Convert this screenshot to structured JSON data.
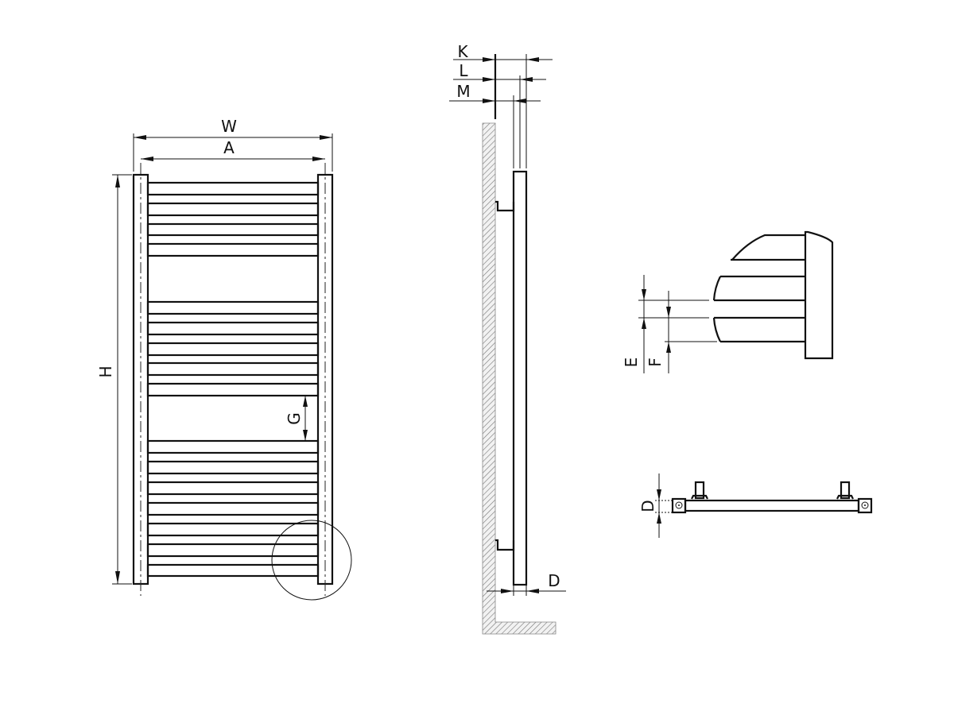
{
  "drawing": {
    "title": "Towel radiator dimension drawing",
    "line_color": "#111111",
    "background": "#ffffff"
  },
  "front_view": {
    "labels": {
      "width": "W",
      "axis_spacing": "A",
      "height": "H",
      "gap": "G"
    },
    "bar_groups": [
      {
        "bars": 4
      },
      {
        "bars": 5
      },
      {
        "bars": 7
      }
    ],
    "detail_circle": "detail-callout"
  },
  "side_view": {
    "labels": {
      "k": "K",
      "l": "L",
      "m": "M",
      "depth": "D"
    }
  },
  "detail_bars": {
    "labels": {
      "e": "E",
      "f": "F"
    }
  },
  "detail_top": {
    "labels": {
      "d": "D"
    }
  }
}
